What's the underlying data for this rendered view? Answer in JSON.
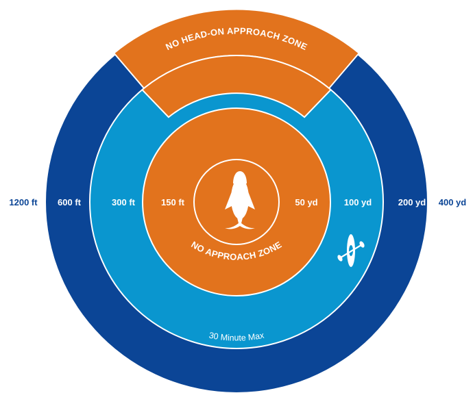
{
  "colors": {
    "outer_ring": "#0B4596",
    "middle_ring": "#0A96CF",
    "inner_zone": "#E2731D",
    "head_on_zone": "#E2731D",
    "outline": "#ffffff",
    "label_dark": "#0B4596",
    "label_light": "#ffffff"
  },
  "zones": {
    "head_on": "NO HEAD-ON APPROACH ZONE",
    "no_approach": "NO APPROACH ZONE",
    "time_limit": "30 Minute Max"
  },
  "distances_ft": {
    "outer_edge": "1200 ft",
    "outer_ring": "600 ft",
    "middle_ring": "300 ft",
    "inner_zone": "150 ft"
  },
  "distances_yd": {
    "inner_zone": "50 yd",
    "middle_ring": "100 yd",
    "outer_ring": "200 yd",
    "outer_edge": "400 yd"
  },
  "icons": {
    "center": "whale-icon",
    "vessel": "kayak-icon"
  }
}
